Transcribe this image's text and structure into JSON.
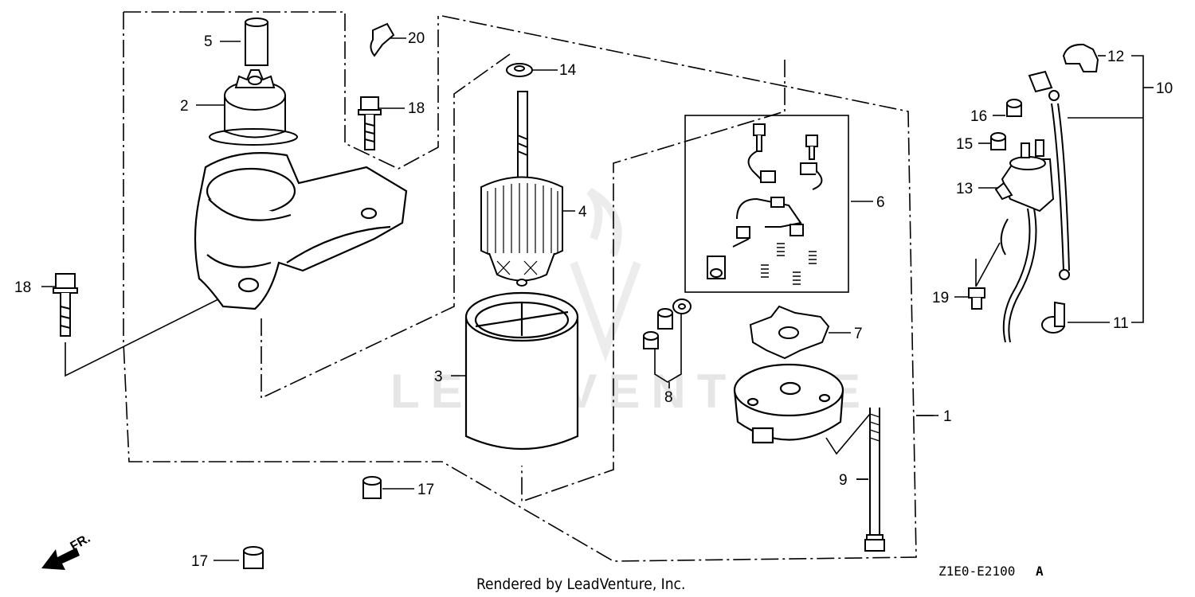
{
  "callouts": [
    {
      "id": "c5",
      "text": "5"
    },
    {
      "id": "c2",
      "text": "2"
    },
    {
      "id": "c20",
      "text": "20"
    },
    {
      "id": "c18a",
      "text": "18"
    },
    {
      "id": "c18b",
      "text": "18"
    },
    {
      "id": "c14",
      "text": "14"
    },
    {
      "id": "c4",
      "text": "4"
    },
    {
      "id": "c3",
      "text": "3"
    },
    {
      "id": "c6",
      "text": "6"
    },
    {
      "id": "c7",
      "text": "7"
    },
    {
      "id": "c8",
      "text": "8"
    },
    {
      "id": "c9",
      "text": "9"
    },
    {
      "id": "c1",
      "text": "1"
    },
    {
      "id": "c17a",
      "text": "17"
    },
    {
      "id": "c17b",
      "text": "17"
    },
    {
      "id": "c12",
      "text": "12"
    },
    {
      "id": "c10",
      "text": "10"
    },
    {
      "id": "c16",
      "text": "16"
    },
    {
      "id": "c15",
      "text": "15"
    },
    {
      "id": "c13",
      "text": "13"
    },
    {
      "id": "c19",
      "text": "19"
    },
    {
      "id": "c11",
      "text": "11"
    }
  ],
  "front_marker": {
    "label": "FR.",
    "icon": "arrow-front-icon"
  },
  "footer": {
    "rendered_by": "Rendered by LeadVenture, Inc."
  },
  "diagram_code": {
    "code": "Z1E0-E2100",
    "suffix": "A"
  },
  "watermark": {
    "text": "LEADVENTURE"
  },
  "colors": {
    "ink": "#000000",
    "watermark": "#e6e6e6",
    "background": "#ffffff"
  }
}
